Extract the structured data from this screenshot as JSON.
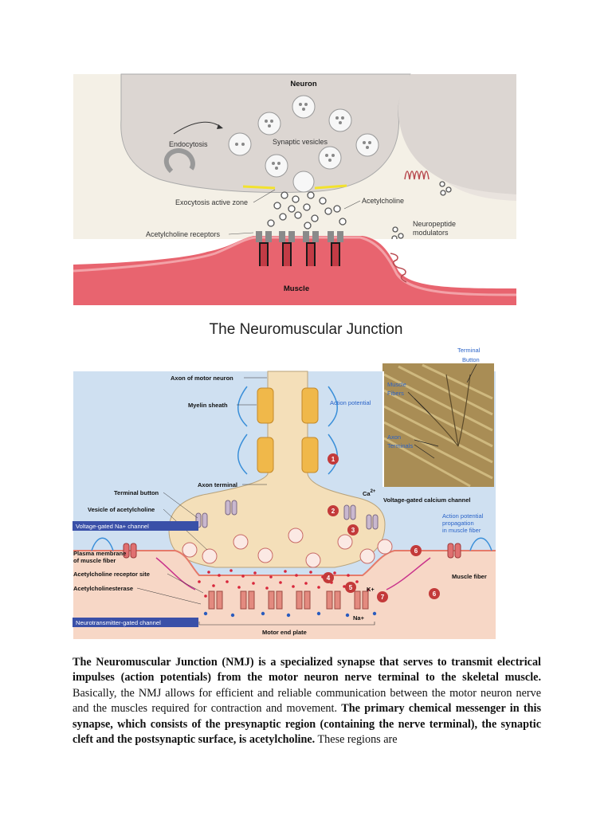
{
  "fig1": {
    "neuron": "Neuron",
    "endocytosis": "Endocytosis",
    "synaptic_vesicles": "Synaptic vesicles",
    "exocytosis": "Exocytosis active zone",
    "acetylcholine": "Acetylcholine",
    "ach_receptors": "Acetylcholine receptors",
    "neuropeptide": "Neuropeptide",
    "modulators": "modulators",
    "muscle": "Muscle"
  },
  "title": "The Neuromuscular Junction",
  "fig2": {
    "axon_motor": "Axon of motor neuron",
    "myelin": "Myelin sheath",
    "action_potential": "Action potential",
    "terminal_button": "Terminal button",
    "axon_terminal": "Axon terminal",
    "vesicle_ach": "Vesicle of acetylcholine",
    "ca": "Ca",
    "ca_sup": "2+",
    "vg_calcium": "Voltage-gated calcium channel",
    "vg_na": "Voltage-gated Na+ channel",
    "ap_prop_1": "Action potential",
    "ap_prop_2": "propagation",
    "ap_prop_3": "in muscle fiber",
    "plasma_1": "Plasma membrane",
    "plasma_2": "of muscle fiber",
    "ach_receptor_site": "Acetylcholine receptor site",
    "acetylcholinesterase": "Acetylcholinesterase",
    "nt_gated": "Neurotransmitter-gated channel",
    "muscle_fiber": "Muscle fiber",
    "motor_end_plate": "Motor end plate",
    "k": "K+",
    "na": "Na+",
    "photo_terminal_1": "Terminal",
    "photo_terminal_2": "Button",
    "photo_muscle_1": "Muscle",
    "photo_muscle_2": "Fibers",
    "photo_axon_1": "Axon",
    "photo_axon_2": "Terminals",
    "n1": "1",
    "n2": "2",
    "n3": "3",
    "n4": "4",
    "n5": "5",
    "n6a": "6",
    "n6b": "6",
    "n7": "7"
  },
  "paragraph": {
    "b1": "The Neuromuscular Junction (NMJ) is a specialized synapse that serves to transmit electrical impulses (action potentials) from the motor neuron nerve terminal to the skeletal muscle.",
    "t1": " Basically, the NMJ allows for efficient and reliable communication between the motor neuron nerve and the muscles required for contraction and movement. ",
    "b2": "The primary chemical messenger in this synapse, which consists of the presynaptic region (containing the nerve terminal), the synaptic cleft and the postsynaptic surface, is acetylcholine.",
    "t2": " These regions are"
  }
}
